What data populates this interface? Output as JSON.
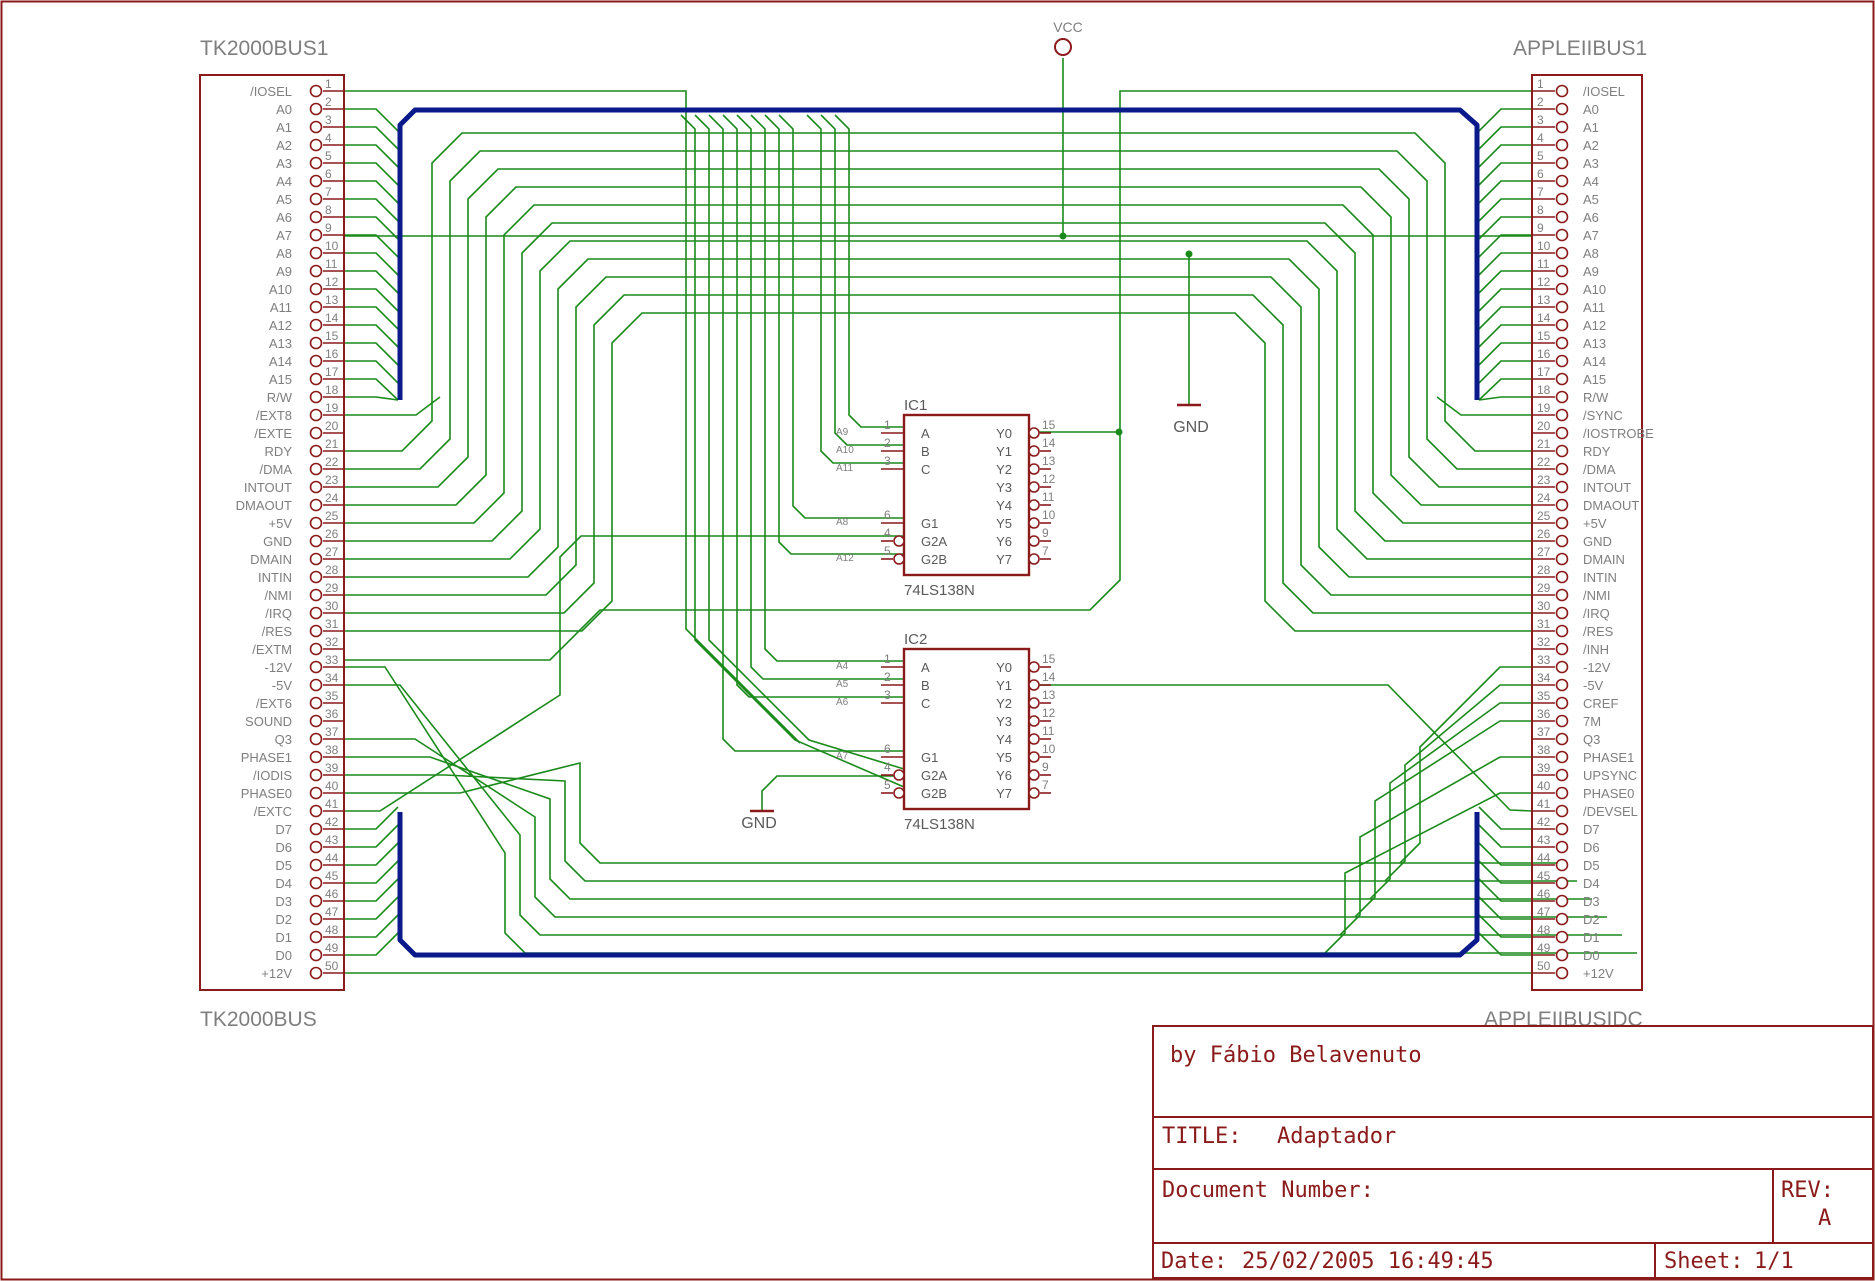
{
  "colors": {
    "frame": "#8b1a1a",
    "wire": "#1a8a1a",
    "bus": "#0a1a8a",
    "text": "#7f7f7f",
    "title_text": "#8b1a1a"
  },
  "connectors": {
    "left_name": "TK2000BUS1",
    "left_value": "TK2000BUS",
    "right_name": "APPLEIIBUS1",
    "right_value": "APPLEIIBUSIDC",
    "left_pins": [
      "/IOSEL",
      "A0",
      "A1",
      "A2",
      "A3",
      "A4",
      "A5",
      "A6",
      "A7",
      "A8",
      "A9",
      "A10",
      "A11",
      "A12",
      "A13",
      "A14",
      "A15",
      "R/W",
      "/EXT8",
      "/EXTE",
      "RDY",
      "/DMA",
      "INTOUT",
      "DMAOUT",
      "+5V",
      "GND",
      "DMAIN",
      "INTIN",
      "/NMI",
      "/IRQ",
      "/RES",
      "/EXTM",
      "-12V",
      "-5V",
      "/EXT6",
      "SOUND",
      "Q3",
      "PHASE1",
      "/IODIS",
      "PHASE0",
      "/EXTC",
      "D7",
      "D6",
      "D5",
      "D4",
      "D3",
      "D2",
      "D1",
      "D0",
      "+12V"
    ],
    "right_pins": [
      "/IOSEL",
      "A0",
      "A1",
      "A2",
      "A3",
      "A4",
      "A5",
      "A6",
      "A7",
      "A8",
      "A9",
      "A10",
      "A11",
      "A12",
      "A13",
      "A14",
      "A15",
      "R/W",
      "/SYNC",
      "/IOSTROBE",
      "RDY",
      "/DMA",
      "INTOUT",
      "DMAOUT",
      "+5V",
      "GND",
      "DMAIN",
      "INTIN",
      "/NMI",
      "/IRQ",
      "/RES",
      "/INH",
      "-12V",
      "-5V",
      "CREF",
      "7M",
      "Q3",
      "PHASE1",
      "UPSYNC",
      "PHASE0",
      "/DEVSEL",
      "D7",
      "D6",
      "D5",
      "D4",
      "D3",
      "D2",
      "D1",
      "D0",
      "+12V"
    ]
  },
  "ics": [
    {
      "name": "IC1",
      "value": "74LS138N",
      "inputs": [
        {
          "pin": "1",
          "label": "A",
          "net": "A9"
        },
        {
          "pin": "2",
          "label": "B",
          "net": "A10"
        },
        {
          "pin": "3",
          "label": "C",
          "net": "A11"
        },
        {
          "pin": "6",
          "label": "G1",
          "net": "A8"
        },
        {
          "pin": "4",
          "label": "G2A",
          "net": ""
        },
        {
          "pin": "5",
          "label": "G2B",
          "net": "A12"
        }
      ],
      "outputs": [
        {
          "pin": "15",
          "label": "Y0"
        },
        {
          "pin": "14",
          "label": "Y1"
        },
        {
          "pin": "13",
          "label": "Y2"
        },
        {
          "pin": "12",
          "label": "Y3"
        },
        {
          "pin": "11",
          "label": "Y4"
        },
        {
          "pin": "10",
          "label": "Y5"
        },
        {
          "pin": "9",
          "label": "Y6"
        },
        {
          "pin": "7",
          "label": "Y7"
        }
      ]
    },
    {
      "name": "IC2",
      "value": "74LS138N",
      "inputs": [
        {
          "pin": "1",
          "label": "A",
          "net": "A4"
        },
        {
          "pin": "2",
          "label": "B",
          "net": "A5"
        },
        {
          "pin": "3",
          "label": "C",
          "net": "A6"
        },
        {
          "pin": "6",
          "label": "G1",
          "net": "A7"
        },
        {
          "pin": "4",
          "label": "G2A",
          "net": ""
        },
        {
          "pin": "5",
          "label": "G2B",
          "net": ""
        }
      ],
      "outputs": [
        {
          "pin": "15",
          "label": "Y0"
        },
        {
          "pin": "14",
          "label": "Y1"
        },
        {
          "pin": "13",
          "label": "Y2"
        },
        {
          "pin": "12",
          "label": "Y3"
        },
        {
          "pin": "11",
          "label": "Y4"
        },
        {
          "pin": "10",
          "label": "Y5"
        },
        {
          "pin": "9",
          "label": "Y6"
        },
        {
          "pin": "7",
          "label": "Y7"
        }
      ]
    }
  ],
  "power": {
    "vcc": "VCC",
    "gnd_top": "GND",
    "gnd_bottom": "GND"
  },
  "title_block": {
    "author": "by Fábio Belavenuto",
    "title_label": "TITLE:",
    "title_value": "Adaptador",
    "docnum_label": "Document Number:",
    "rev_label": "REV:",
    "rev_value": "A",
    "date_label": "Date:",
    "date_value": "25/02/2005 16:49:45",
    "sheet_label": "Sheet:",
    "sheet_value": "1/1"
  }
}
